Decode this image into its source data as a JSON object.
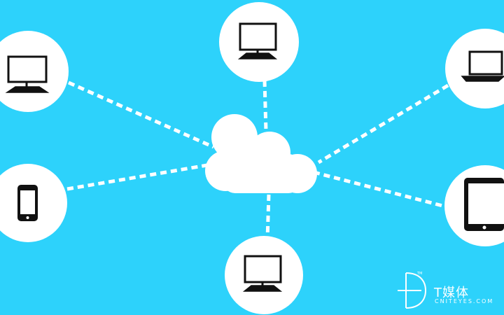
{
  "colors": {
    "background": "#2dd2fb",
    "node_fill": "#ffffff",
    "connector": "#ffffff",
    "icon_stroke": "#111111"
  },
  "diagram": {
    "hub": {
      "icon": "cloud-icon"
    },
    "nodes": [
      {
        "id": "top-left",
        "icon": "desktop-monitor-icon"
      },
      {
        "id": "top-center",
        "icon": "desktop-monitor-icon"
      },
      {
        "id": "top-right",
        "icon": "laptop-icon"
      },
      {
        "id": "middle-left",
        "icon": "smartphone-icon"
      },
      {
        "id": "bottom-center",
        "icon": "desktop-monitor-icon"
      },
      {
        "id": "middle-right",
        "icon": "tablet-icon"
      }
    ],
    "connector_style": "dashed"
  },
  "watermark": {
    "icon": "d-logo-icon",
    "title": "T媒体",
    "subtitle": "CNITEYES.COM"
  }
}
